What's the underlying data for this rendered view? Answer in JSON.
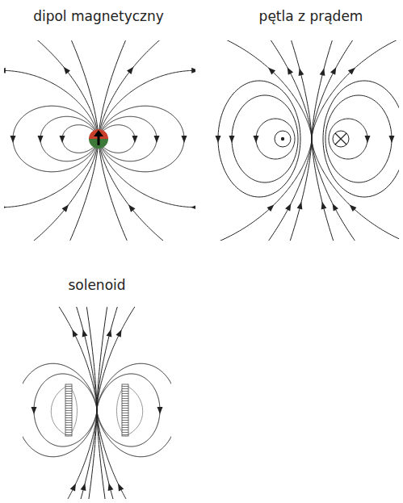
{
  "diagram": {
    "labels": [
      "dipol magnetyczny",
      "pętla z prądem",
      "solenoid"
    ]
  }
}
